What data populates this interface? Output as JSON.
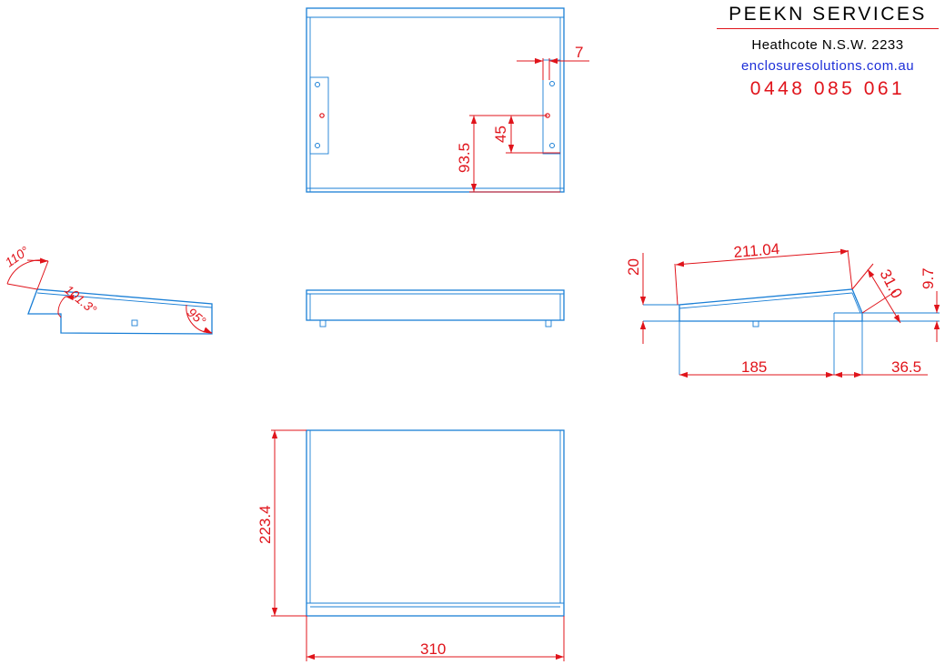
{
  "title_block": {
    "company": "PEEKN SERVICES",
    "address": "Heathcote N.S.W. 2233",
    "website": "enclosuresolutions.com.au",
    "phone": "0448 085 061"
  },
  "dimensions": {
    "top_view_hole_offset": "7",
    "top_view_hole_spacing": "45",
    "top_view_hole_height": "93.5",
    "side_view_rear_height": "20",
    "side_view_top_length": "211.04",
    "side_view_front_length": "31.0",
    "side_view_front_height": "9.7",
    "side_view_base_length": "185",
    "side_view_front_base": "36.5",
    "plan_view_depth": "223.4",
    "plan_view_width": "310",
    "angle_rear": "110°",
    "angle_top": "101.3°",
    "angle_front": "95°"
  },
  "colors": {
    "object_lines": "#1a7fd6",
    "dimension_lines": "#e0141b",
    "website_text": "#1d2fd8"
  }
}
